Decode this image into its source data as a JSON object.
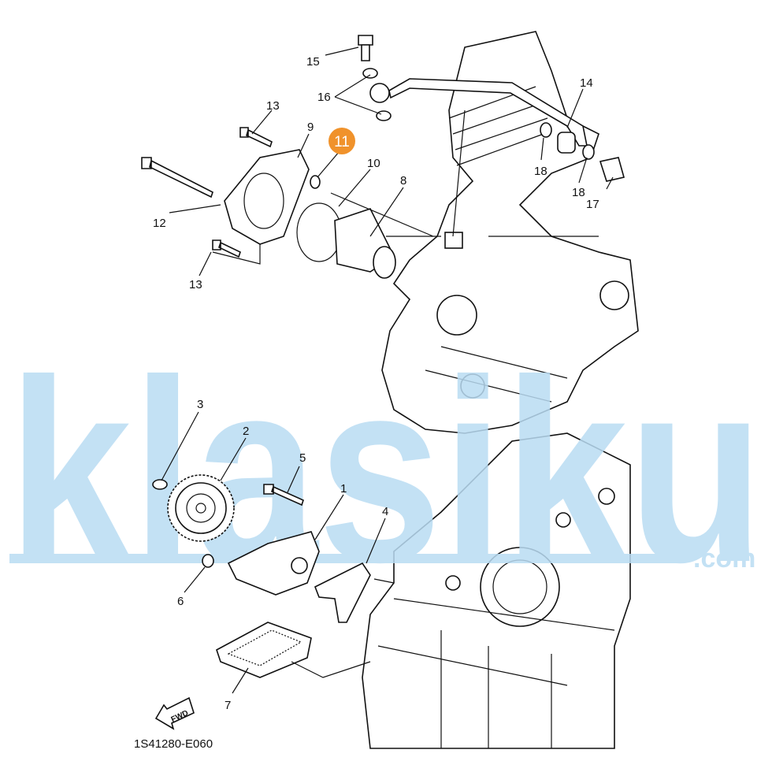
{
  "diagram": {
    "watermark": {
      "brand": "klasiku",
      "suffix": ".com",
      "color": "#b9dcf3"
    },
    "highlight": {
      "label": "11",
      "color": "#f0922b"
    },
    "callouts": [
      "1",
      "2",
      "3",
      "4",
      "5",
      "6",
      "7",
      "8",
      "9",
      "10",
      "12",
      "13",
      "13",
      "14",
      "15",
      "16",
      "17",
      "18",
      "18"
    ],
    "fwd_label": "FWD",
    "diagram_code": "1S41280-E060"
  }
}
